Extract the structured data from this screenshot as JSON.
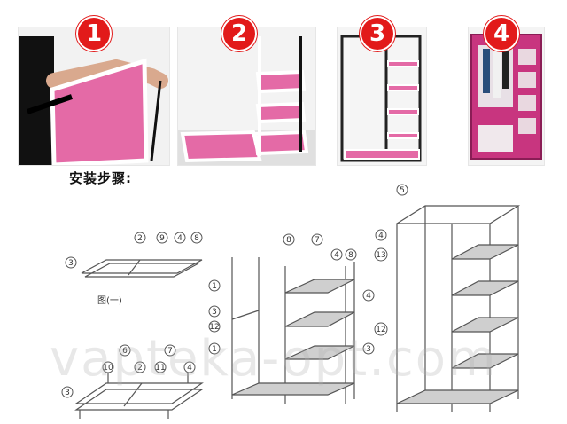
{
  "steps": [
    {
      "number": "1"
    },
    {
      "number": "2"
    },
    {
      "number": "3"
    },
    {
      "number": "4"
    }
  ],
  "title": "安装步骤:",
  "figure_caption": "图(一)",
  "watermark": "vapteka-opt.com",
  "callouts": {
    "top_left": [
      "2",
      "9",
      "4",
      "8",
      "3"
    ],
    "bottom_left": [
      "6",
      "7",
      "10",
      "2",
      "11",
      "4",
      "3"
    ],
    "middle": [
      "1",
      "3",
      "12",
      "1",
      "8",
      "7",
      "4",
      "8",
      "4",
      "3"
    ],
    "right": [
      "5",
      "4",
      "13",
      "12"
    ]
  },
  "colors": {
    "pink": "#e46aa6",
    "badge": "#e21a1a",
    "frame": "#ffffff"
  }
}
